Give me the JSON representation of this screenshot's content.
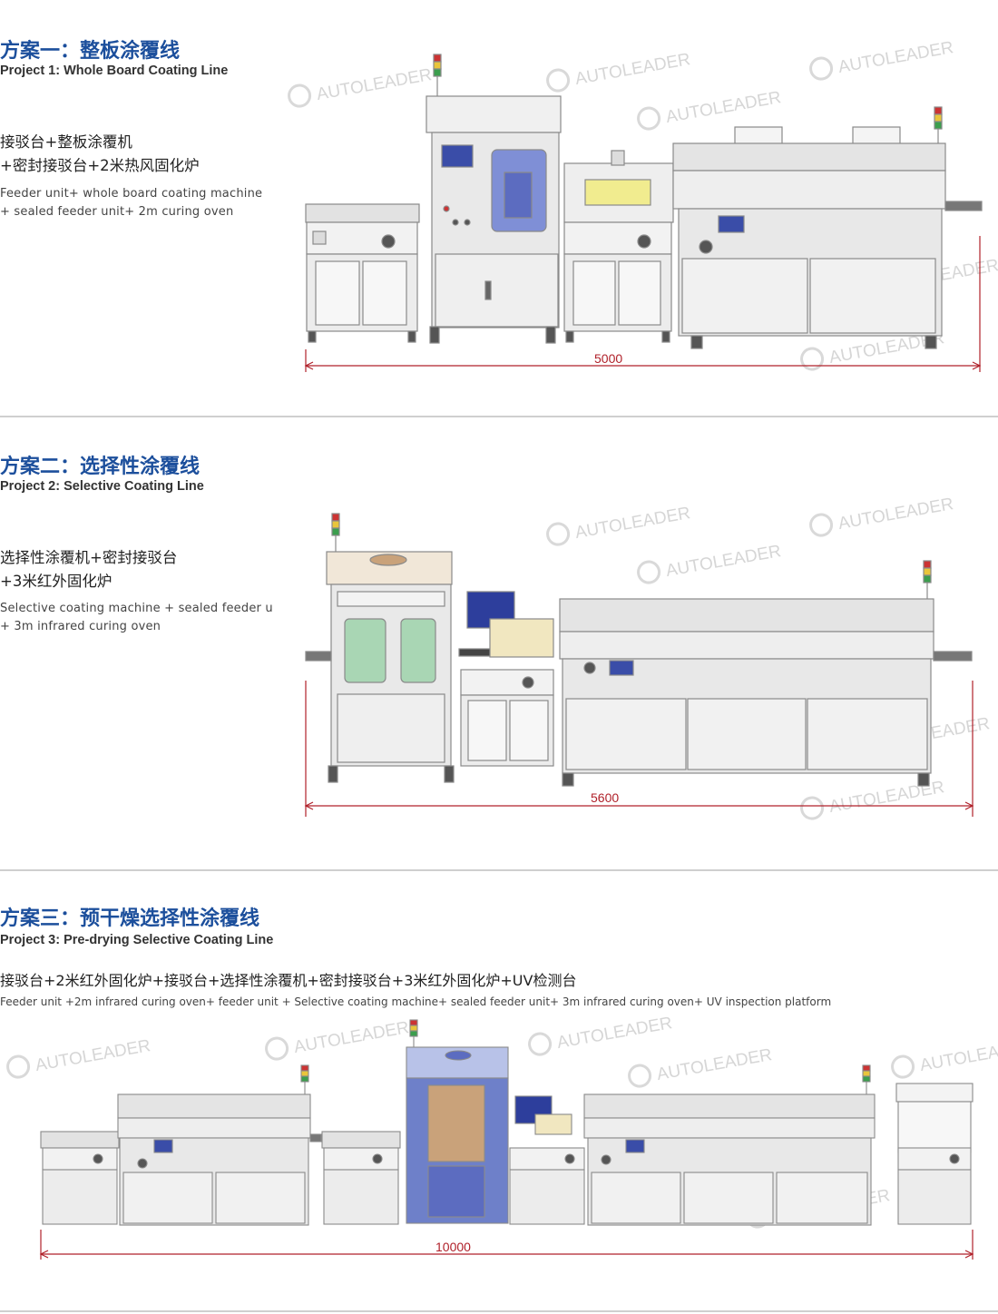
{
  "projects": [
    {
      "title_cn": "方案一：整板涂覆线",
      "title_en": "Project 1: Whole Board Coating Line",
      "desc_cn_1": "接驳台+整板涂覆机",
      "desc_cn_2": "+密封接驳台+2米热风固化炉",
      "desc_en_1": "Feeder unit+ whole board coating machine",
      "desc_en_2": "+ sealed feeder unit+ 2m curing oven",
      "dimension": "5000"
    },
    {
      "title_cn": "方案二：选择性涂覆线",
      "title_en": "Project 2: Selective Coating Line",
      "desc_cn_1": "选择性涂覆机+密封接驳台",
      "desc_cn_2": "+3米红外固化炉",
      "desc_en_1": "Selective coating machine + sealed feeder u",
      "desc_en_2": "+ 3m infrared curing oven",
      "dimension": "5600"
    },
    {
      "title_cn": "方案三：预干燥选择性涂覆线",
      "title_en": "Project 3: Pre-drying Selective Coating Line",
      "desc_cn_1": "接驳台+2米红外固化炉+接驳台+选择性涂覆机+密封接驳台+3米红外固化炉+UV检测台",
      "desc_en_1": "Feeder unit +2m infrared curing oven+ feeder unit + Selective coating machine+ sealed feeder unit+ 3m infrared curing oven+ UV inspection platform",
      "dimension": "10000"
    }
  ],
  "watermark": "AUTOLEADER",
  "colors": {
    "title_blue": "#1c4f9c",
    "dimension_red": "#b0212a",
    "machine_frame": "#ececec",
    "machine_stroke": "#8a8a8a",
    "window_purple": "#7f8fd6",
    "window_yellow": "#f1ec8f",
    "window_green": "#a9d6b4",
    "window_brown": "#c9a27a",
    "machine_blue": "#6e80c9"
  }
}
